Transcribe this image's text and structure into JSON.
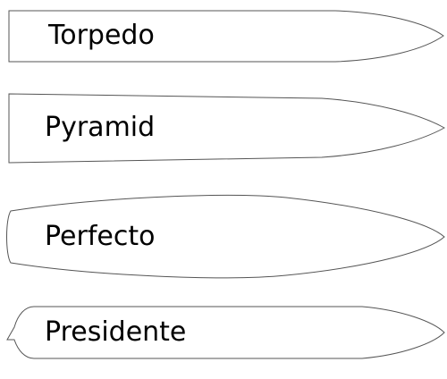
{
  "shapes": [
    {
      "name": "Torpedo"
    },
    {
      "name": "Pyramid"
    },
    {
      "name": "Perfecto"
    },
    {
      "name": "Presidente"
    }
  ],
  "colors": {
    "outline": "#555555",
    "label": "#000000",
    "background": "#ffffff"
  }
}
